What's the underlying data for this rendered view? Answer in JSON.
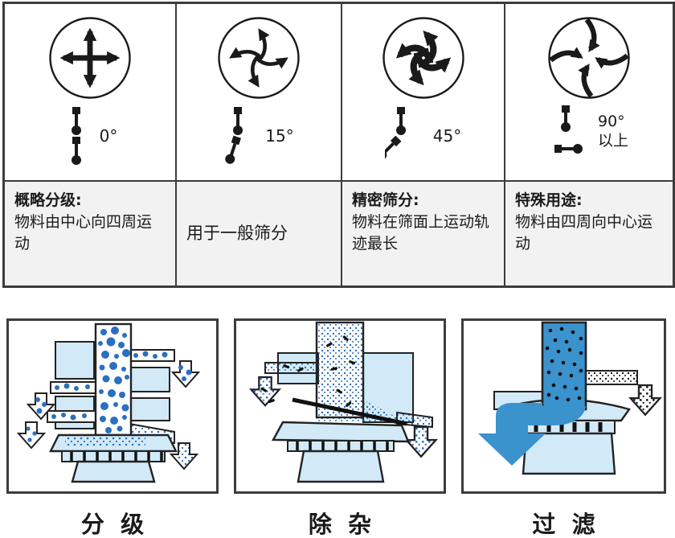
{
  "colors": {
    "outline": "#3c3c3c",
    "ink": "#1a1a1a",
    "cell_bg": "#f2f2f2",
    "machine_light_blue": "#d2eaf7",
    "particle_blue": "#2b6fc0",
    "flow_blue": "#3b93cd"
  },
  "motion_table": {
    "columns": [
      {
        "pattern_icon": "four-way-cross-arrows",
        "weight_icon": "eccentric-weights-0deg",
        "angle_label": "0°",
        "title": "概略分级:",
        "description": "物料由中心向四周运动"
      },
      {
        "pattern_icon": "pinwheel-arrows-gentle",
        "weight_icon": "eccentric-weights-15deg",
        "angle_label": "15°",
        "title": "",
        "description": "用于一般筛分"
      },
      {
        "pattern_icon": "pinwheel-arrows-strong",
        "weight_icon": "eccentric-weights-45deg",
        "angle_label": "45°",
        "title": "精密筛分:",
        "description": "物料在筛面上运动轨迹最长"
      },
      {
        "pattern_icon": "inward-spiral-arrows",
        "weight_icon": "eccentric-weights-90deg",
        "angle_label": "90°",
        "angle_label_2": "以上",
        "title": "特殊用途:",
        "description": "物料由四周向中心运动"
      }
    ]
  },
  "applications": [
    {
      "label": "分  级",
      "diagram_icon": "multi-deck-classifier-diagram"
    },
    {
      "label": "除  杂",
      "diagram_icon": "impurity-removal-diagram"
    },
    {
      "label": "过  滤",
      "diagram_icon": "filtration-diagram"
    }
  ]
}
